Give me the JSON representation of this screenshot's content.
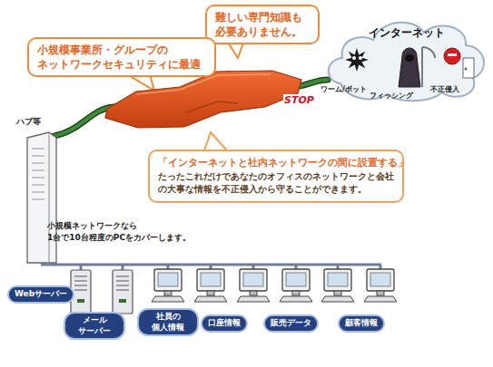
{
  "diagram": {
    "nodes": [
      {
        "text": [
          "難しい専門知識も 必要ありません。"
        ]
      },
      {
        "text": [
          "小規模事業所・グループの ネットワークセキュリティに最適"
        ]
      },
      {
        "text": [
          "インターネット"
        ]
      },
      {
        "text": [
          "ハブ等"
        ]
      },
      {
        "text": [
          "「インターネットと社内ネットワークの間に設置する」",
          "たったこれだけであなたのオフィスのネットワークと会社の大事な情報を不正侵入から守ることができます。"
        ]
      },
      {
        "text": [
          "Webサーバー"
        ]
      },
      {
        "text": [
          "メール サーバー"
        ]
      },
      {
        "text": [
          "社員の 個人情報"
        ]
      },
      {
        "text": [
          "口座情報"
        ]
      },
      {
        "text": [
          "販売データ"
        ]
      },
      {
        "text": [
          "顧客情報"
        ]
      }
    ],
    "edges": [
      {
        "from": 3,
        "to": 2,
        "arrow": "none",
        "label": "STOP"
      }
    ],
    "labels": [
      "ワーム/ボット",
      "フィッシング",
      "不正侵入",
      "小規模ネットワークなら 1台で10台程度のPCをカバーします。"
    ]
  }
}
